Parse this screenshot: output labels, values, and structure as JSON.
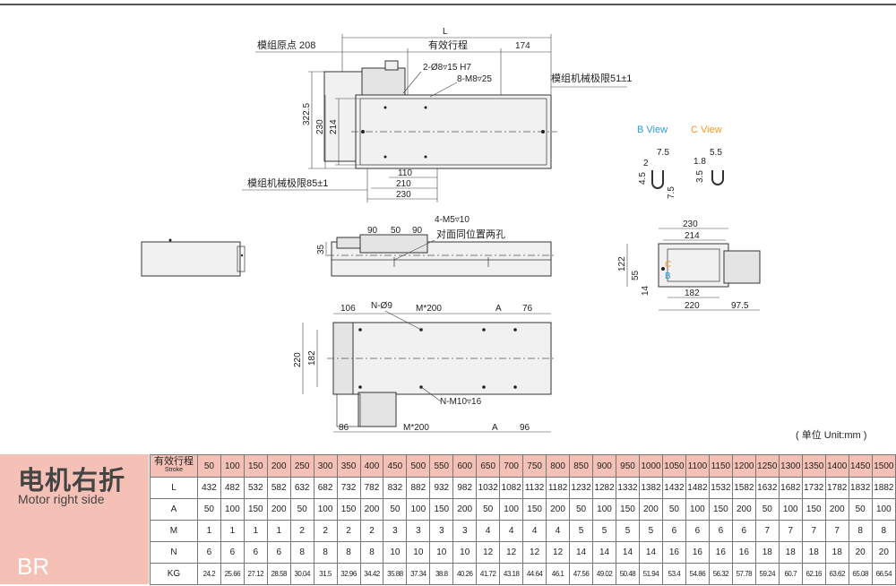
{
  "drawing": {
    "top_view": {
      "L": "L",
      "origin": "模组原点 208",
      "stroke_label": "有效行程",
      "dim_174": "174",
      "pin_holes": "2-Ø8▿15 H7",
      "thread_holes": "8-M8▿25",
      "mech_limit_right": "模组机械极限51±1",
      "mech_limit_left": "模组机械极限85±1",
      "h_322": "322.5",
      "h_230": "230",
      "h_214": "214",
      "w_110": "110",
      "w_210": "210",
      "w_230": "230"
    },
    "side_view": {
      "d90a": "90",
      "d50": "50",
      "d90b": "90",
      "holes": "4-M5▿10",
      "note": "对面同位置两孔",
      "h35": "35"
    },
    "bottom_view": {
      "d106": "106",
      "n_hole": "N-Ø9",
      "m200_top": "M*200",
      "a_top": "A",
      "d76": "76",
      "h220": "220",
      "h182": "182",
      "m10": "N-M10▿16",
      "d86": "86",
      "m200_bottom": "M*200",
      "a_bottom": "A",
      "d96": "96"
    },
    "b_view": "B View",
    "c_view": "C View",
    "b_dims": {
      "d75": "7.5",
      "d2": "2",
      "d45": "4.5",
      "d75v": "7.5"
    },
    "c_dims": {
      "d55": "5.5",
      "d18": "1.8",
      "d35": "3.5"
    },
    "end_view": {
      "w230": "230",
      "w214": "214",
      "h122": "122",
      "h55": "55",
      "h14": "14",
      "w182": "182",
      "w220": "220",
      "w975": "97.5",
      "c_mark": "C",
      "b_mark": "B"
    },
    "unit": "( 单位 Unit:mm )"
  },
  "colors": {
    "accent_blue": "#2a9fd8",
    "accent_orange": "#f29a1e",
    "pink": "#f5c0b6"
  },
  "sidebar": {
    "title_cn": "电机右折",
    "title_en": "Motor right side",
    "code": "BR"
  },
  "table": {
    "header_cn": "有效行程",
    "header_en": "Stroke",
    "strokes": [
      "50",
      "100",
      "150",
      "200",
      "250",
      "300",
      "350",
      "400",
      "450",
      "500",
      "550",
      "600",
      "650",
      "700",
      "750",
      "800",
      "850",
      "900",
      "950",
      "1000",
      "1050",
      "1100",
      "1150",
      "1200",
      "1250",
      "1300",
      "1350",
      "1400",
      "1450",
      "1500"
    ],
    "rows": [
      {
        "label": "L",
        "values": [
          "432",
          "482",
          "532",
          "582",
          "632",
          "682",
          "732",
          "782",
          "832",
          "882",
          "932",
          "982",
          "1032",
          "1082",
          "1132",
          "1182",
          "1232",
          "1282",
          "1332",
          "1382",
          "1432",
          "1482",
          "1532",
          "1582",
          "1632",
          "1682",
          "1732",
          "1782",
          "1832",
          "1882"
        ]
      },
      {
        "label": "A",
        "values": [
          "50",
          "100",
          "150",
          "200",
          "50",
          "100",
          "150",
          "200",
          "50",
          "100",
          "150",
          "200",
          "50",
          "100",
          "150",
          "200",
          "50",
          "100",
          "150",
          "200",
          "50",
          "100",
          "150",
          "200",
          "50",
          "100",
          "150",
          "200",
          "50",
          "100"
        ]
      },
      {
        "label": "M",
        "values": [
          "1",
          "1",
          "1",
          "1",
          "2",
          "2",
          "2",
          "2",
          "3",
          "3",
          "3",
          "3",
          "4",
          "4",
          "4",
          "4",
          "5",
          "5",
          "5",
          "5",
          "6",
          "6",
          "6",
          "6",
          "7",
          "7",
          "7",
          "7",
          "8",
          "8"
        ]
      },
      {
        "label": "N",
        "values": [
          "6",
          "6",
          "6",
          "6",
          "8",
          "8",
          "8",
          "8",
          "10",
          "10",
          "10",
          "10",
          "12",
          "12",
          "12",
          "12",
          "14",
          "14",
          "14",
          "14",
          "16",
          "16",
          "16",
          "16",
          "18",
          "18",
          "18",
          "18",
          "20",
          "20"
        ]
      },
      {
        "label": "KG",
        "values": [
          "24.2",
          "25.66",
          "27.12",
          "28.58",
          "30.04",
          "31.5",
          "32.96",
          "34.42",
          "35.88",
          "37.34",
          "38.8",
          "40.26",
          "41.72",
          "43.18",
          "44.64",
          "46.1",
          "47.56",
          "49.02",
          "50.48",
          "51.94",
          "53.4",
          "54.86",
          "56.32",
          "57.78",
          "59.24",
          "60.7",
          "62.16",
          "63.62",
          "65.08",
          "66.54"
        ]
      }
    ]
  }
}
